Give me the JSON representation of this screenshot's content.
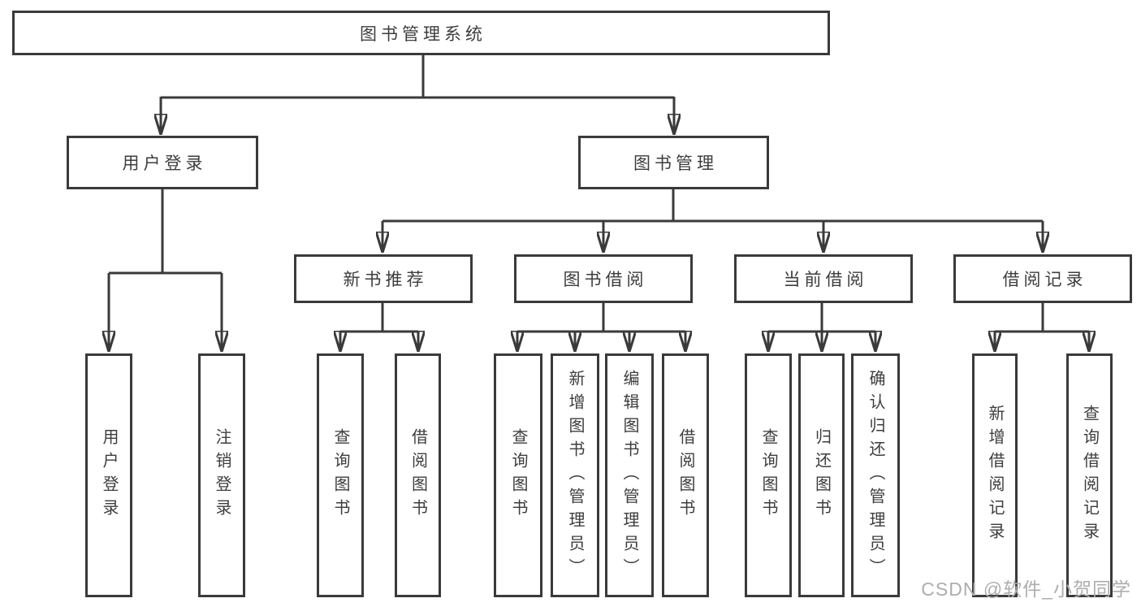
{
  "tree": {
    "label": "图书管理系统",
    "children": [
      {
        "label": "用户登录",
        "children": [
          {
            "label": "用户登录"
          },
          {
            "label": "注销登录"
          }
        ]
      },
      {
        "label": "图书管理",
        "children": [
          {
            "label": "新书推荐",
            "children": [
              {
                "label": "查询图书"
              },
              {
                "label": "借阅图书"
              }
            ]
          },
          {
            "label": "图书借阅",
            "children": [
              {
                "label": "查询图书"
              },
              {
                "label": "新增图书（管理员）"
              },
              {
                "label": "编辑图书（管理员）"
              },
              {
                "label": "借阅图书"
              }
            ]
          },
          {
            "label": "当前借阅",
            "children": [
              {
                "label": "查询图书"
              },
              {
                "label": "归还图书"
              },
              {
                "label": "确认归还（管理员）"
              }
            ]
          },
          {
            "label": "借阅记录",
            "children": [
              {
                "label": "新增借阅记录"
              },
              {
                "label": "查询借阅记录"
              }
            ]
          }
        ]
      }
    ]
  },
  "watermark": {
    "text": "CSDN @软件_小贺同学"
  },
  "colors": {
    "line": "#3a3a3a",
    "node_border": "#3a3a3a",
    "node_text": "#3d3d3d",
    "background": "#ffffff",
    "watermark_text": "#adadad"
  }
}
